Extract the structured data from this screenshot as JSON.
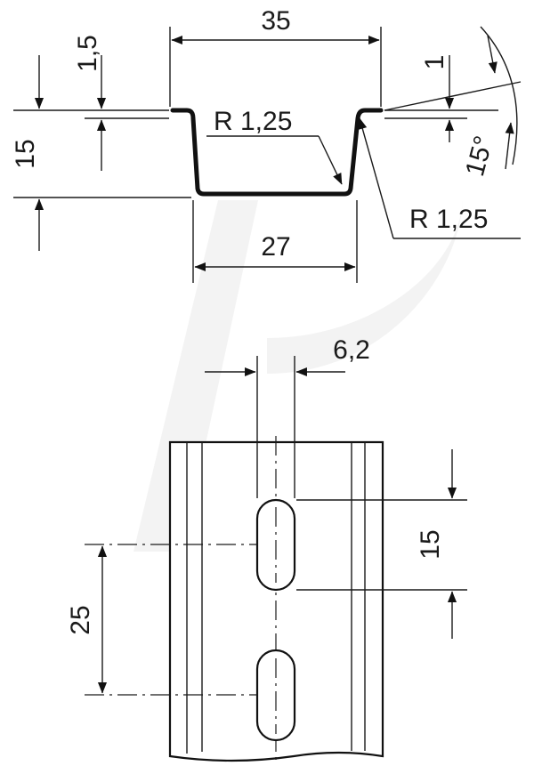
{
  "profile": {
    "width_top": "35",
    "width_bottom": "27",
    "height": "15",
    "flange_thickness": "1,5",
    "edge_thickness": "1",
    "angle": "15°",
    "radius_inner": "R 1,25",
    "radius_outer": "R 1,25"
  },
  "front": {
    "slot_width": "6,2",
    "slot_length": "15",
    "slot_pitch": "25"
  }
}
